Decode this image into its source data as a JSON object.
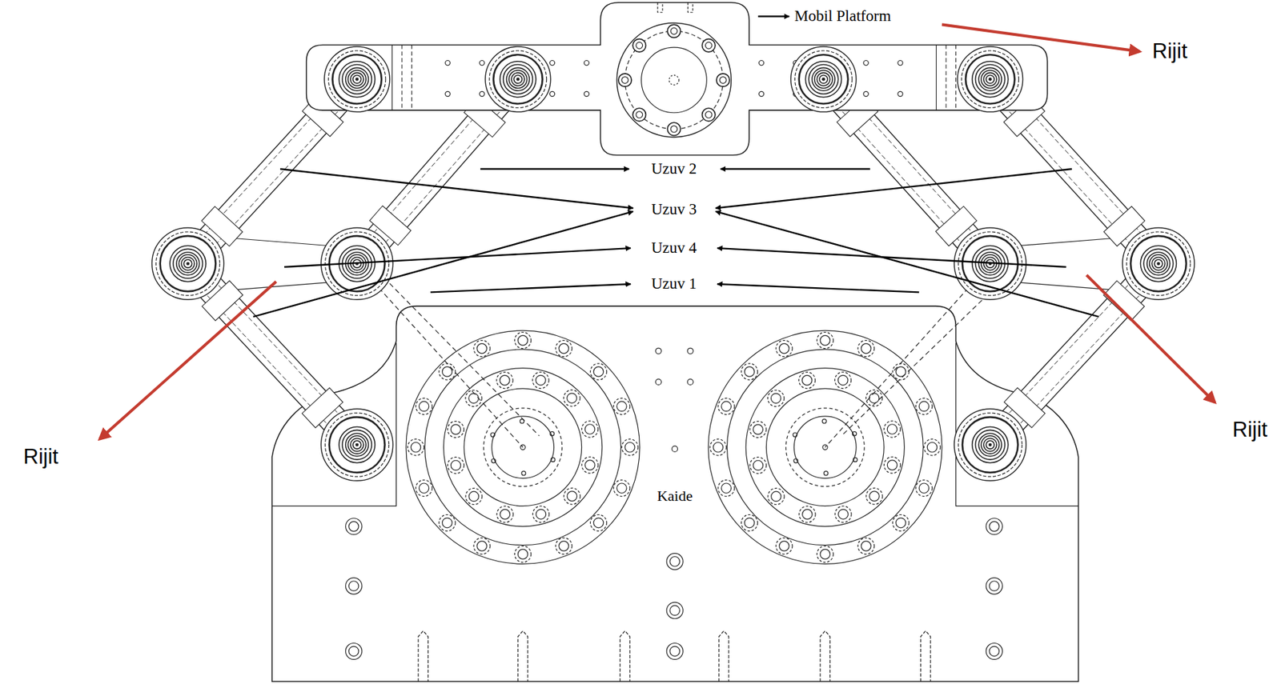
{
  "diagram": {
    "labels": [
      "Mobil Platform",
      "Rijit",
      "Uzuv 2",
      "Uzuv 3",
      "Uzuv 4",
      "Uzuv 1",
      "Rijit",
      "Rijit",
      "Kaide"
    ]
  }
}
